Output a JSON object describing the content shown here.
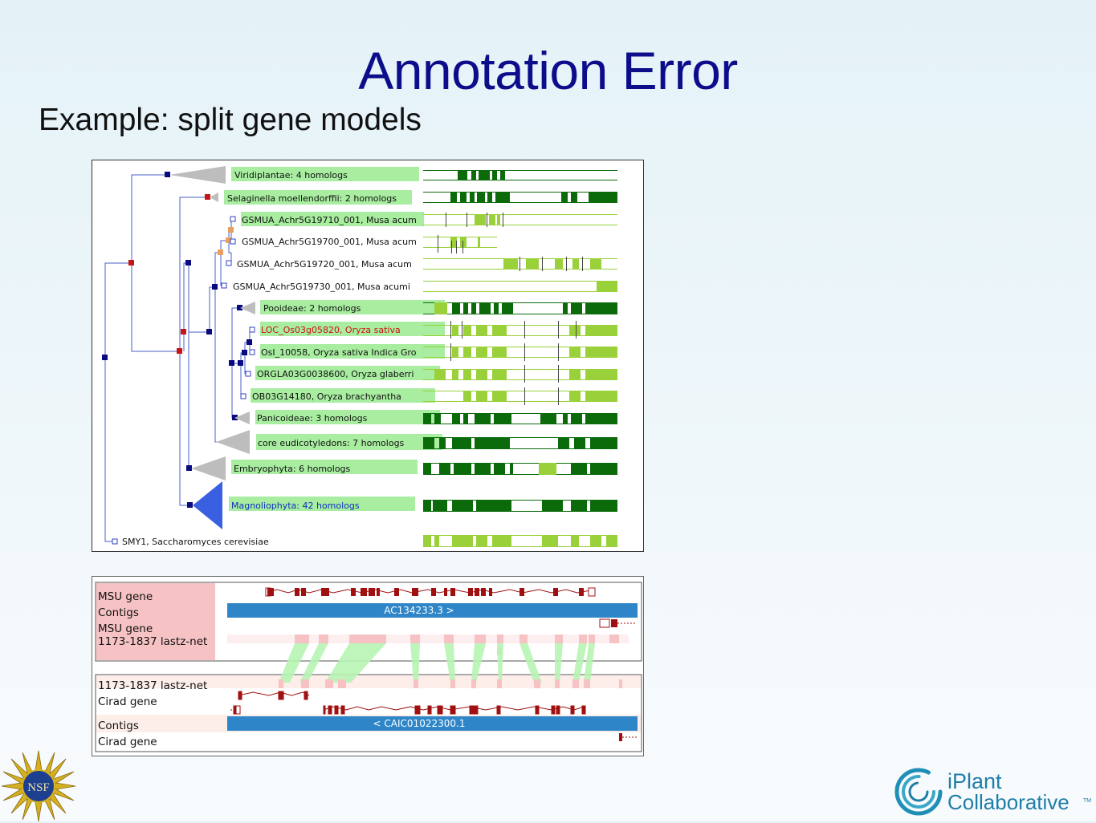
{
  "slide": {
    "title": "Annotation Error",
    "subtitle": "Example: split gene models"
  },
  "tree": {
    "nodes": [
      {
        "label": "Viridiplantae: 4 homologs",
        "kind": "collapsed"
      },
      {
        "label": "Selaginella moellendorffii: 2 homologs",
        "kind": "collapsed"
      },
      {
        "label": "GSMUA_Achr5G19710_001, Musa acum",
        "kind": "leaf"
      },
      {
        "label": "GSMUA_Achr5G19700_001, Musa acum",
        "kind": "leaf"
      },
      {
        "label": "GSMUA_Achr5G19720_001, Musa acum",
        "kind": "leaf"
      },
      {
        "label": "GSMUA_Achr5G19730_001, Musa acumi",
        "kind": "leaf"
      },
      {
        "label": "Pooideae: 2 homologs",
        "kind": "collapsed"
      },
      {
        "label": "LOC_Os03g05820, Oryza sativa",
        "kind": "leaf",
        "highlight": true
      },
      {
        "label": "OsI_10058, Oryza sativa Indica Gro",
        "kind": "leaf"
      },
      {
        "label": "ORGLA03G0038600, Oryza glaberri",
        "kind": "leaf"
      },
      {
        "label": "OB03G14180, Oryza brachyantha",
        "kind": "leaf"
      },
      {
        "label": "Panicoideae: 3 homologs",
        "kind": "collapsed"
      },
      {
        "label": "core eudicotyledons: 7 homologs",
        "kind": "collapsed"
      },
      {
        "label": "Embryophyta: 6 homologs",
        "kind": "collapsed"
      },
      {
        "label": "Magnoliophyta: 42 homologs",
        "kind": "collapsed",
        "blue": true
      },
      {
        "label": "SMY1, Saccharomyces cerevisiae",
        "kind": "leaf"
      }
    ]
  },
  "browser": {
    "top_tracks": {
      "msu_gene": "MSU gene",
      "contigs": "Contigs",
      "msu_gene_2": "MSU gene",
      "lastz": "1173-1837 lastz-net"
    },
    "bottom_tracks": {
      "lastz": "1173-1837 lastz-net",
      "cirad_gene": "Cirad gene",
      "contigs": "Contigs",
      "cirad_gene_2": "Cirad gene"
    },
    "contig_top": "AC134233.3 >",
    "contig_bottom": "< CAIC01022300.1"
  },
  "logos": {
    "nsf": "NSF",
    "iplant_line1": "iPlant",
    "iplant_line2": "Collaborative",
    "tm": "TM"
  },
  "colors": {
    "title": "#0d0d8c",
    "dark_green": "#0b6b0b",
    "light_green": "#9ad13a",
    "label_bg": "#a8eda0",
    "contig_blue": "#2e86c8",
    "gene_red": "#a01010"
  }
}
